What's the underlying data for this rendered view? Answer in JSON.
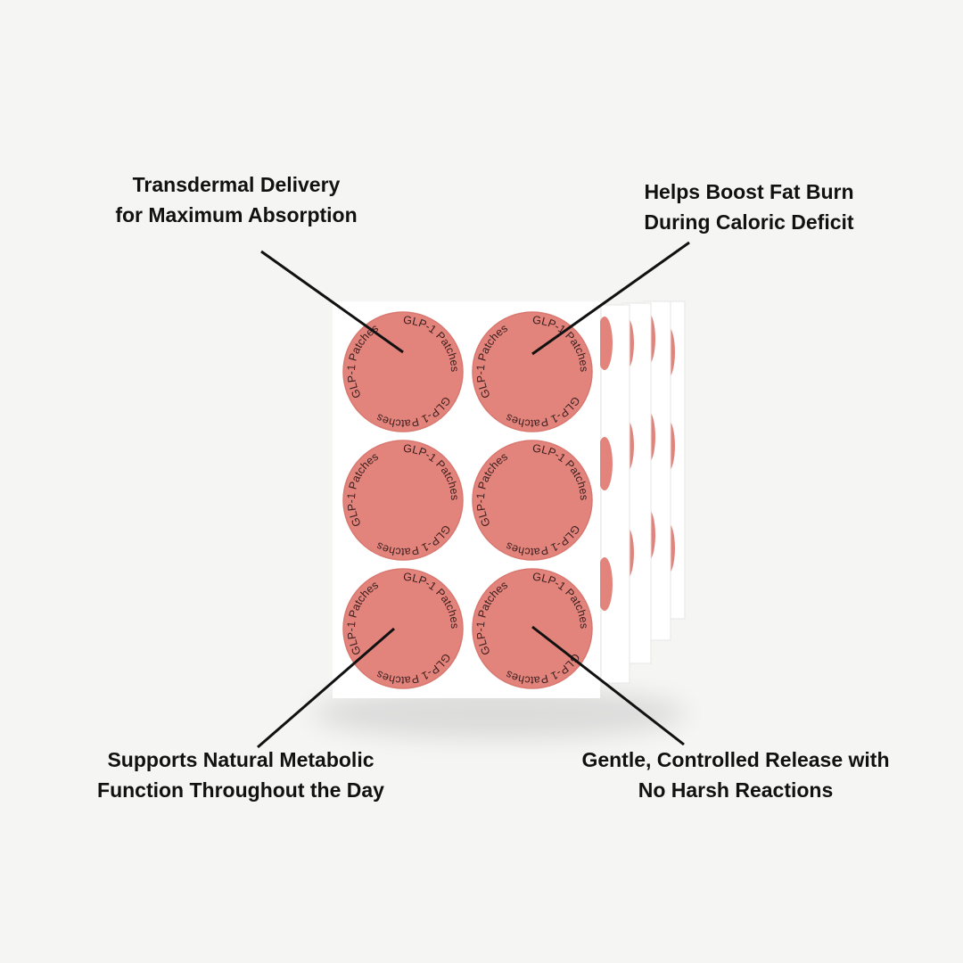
{
  "callouts": {
    "top_left": [
      "Transdermal Delivery",
      "for Maximum Absorption"
    ],
    "top_right": [
      "Helps Boost Fat Burn",
      "During Caloric Deficit"
    ],
    "bottom_left": [
      "Supports Natural Metabolic",
      "Function Throughout the Day"
    ],
    "bottom_right": [
      "Gentle, Controlled Release with",
      "No Harsh Reactions"
    ]
  },
  "patch": {
    "label": "GLP-1 Patches",
    "rows": 3,
    "columns": 2
  },
  "colors": {
    "background": "#f5f5f4",
    "sheet": "#ffffff",
    "patch": "#e2847c",
    "patch_rim": "#d97870",
    "pointer_line": "#111111",
    "text": "#111111"
  }
}
